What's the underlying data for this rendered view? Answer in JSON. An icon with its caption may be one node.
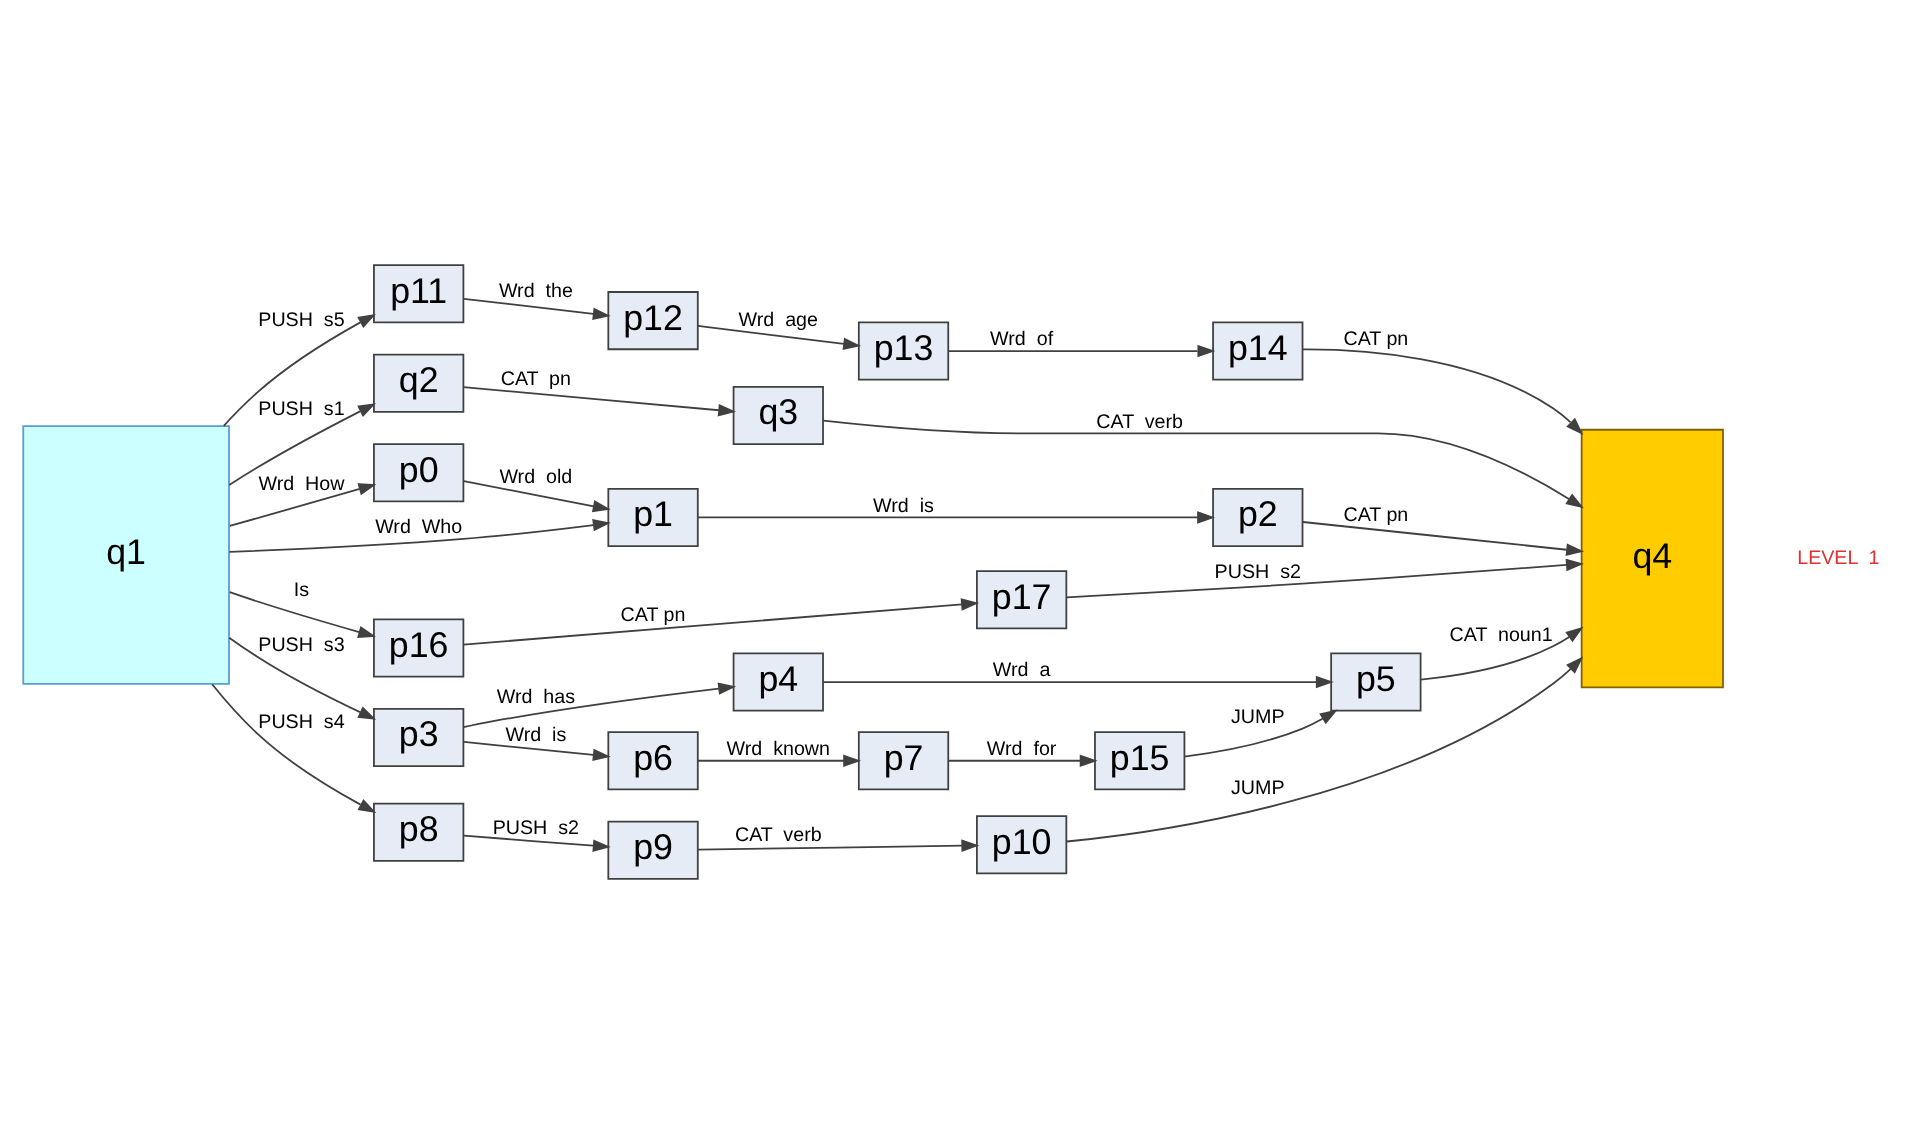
{
  "diagram": {
    "nodes": [
      {
        "text": [
          "p11"
        ]
      },
      {
        "text": [
          "p12"
        ]
      },
      {
        "text": [
          "p13"
        ]
      },
      {
        "text": [
          "p14"
        ]
      },
      {
        "text": [
          "q2"
        ]
      },
      {
        "text": [
          "q3"
        ]
      },
      {
        "text": [
          "q1"
        ]
      },
      {
        "text": [
          "p0"
        ]
      },
      {
        "text": [
          "p1"
        ]
      },
      {
        "text": [
          "p2"
        ]
      },
      {
        "text": [
          "q4"
        ]
      },
      {
        "text": [
          "p16"
        ]
      },
      {
        "text": [
          "p17"
        ]
      },
      {
        "text": [
          "p3"
        ]
      },
      {
        "text": [
          "p4"
        ]
      },
      {
        "text": [
          "p5"
        ]
      },
      {
        "text": [
          "p6"
        ]
      },
      {
        "text": [
          "p7"
        ]
      },
      {
        "text": [
          "p15"
        ]
      },
      {
        "text": [
          "p8"
        ]
      },
      {
        "text": [
          "p9"
        ]
      },
      {
        "text": [
          "p10"
        ]
      }
    ],
    "edges": [
      {
        "from": 6,
        "to": 0,
        "arrow": "to",
        "label": "PUSH  s5"
      },
      {
        "from": 0,
        "to": 1,
        "arrow": "to",
        "label": "Wrd  the"
      },
      {
        "from": 1,
        "to": 2,
        "arrow": "to",
        "label": "Wrd  age"
      },
      {
        "from": 2,
        "to": 3,
        "arrow": "to",
        "label": "Wrd  of"
      },
      {
        "from": 3,
        "to": 10,
        "arrow": "to",
        "label": "CAT pn"
      },
      {
        "from": 6,
        "to": 4,
        "arrow": "to",
        "label": "PUSH  s1"
      },
      {
        "from": 4,
        "to": 5,
        "arrow": "to",
        "label": "CAT  pn"
      },
      {
        "from": 5,
        "to": 10,
        "arrow": "to",
        "label": "CAT  verb"
      },
      {
        "from": 6,
        "to": 7,
        "arrow": "to",
        "label": "Wrd  How"
      },
      {
        "from": 7,
        "to": 8,
        "arrow": "to",
        "label": "Wrd  old"
      },
      {
        "from": 8,
        "to": 9,
        "arrow": "to",
        "label": "Wrd  is"
      },
      {
        "from": 9,
        "to": 10,
        "arrow": "to",
        "label": "CAT pn"
      },
      {
        "from": 6,
        "to": 8,
        "arrow": "to",
        "label": "Wrd  Who"
      },
      {
        "from": 6,
        "to": 11,
        "arrow": "to",
        "label": "Is"
      },
      {
        "from": 11,
        "to": 12,
        "arrow": "to",
        "label": "CAT pn"
      },
      {
        "from": 12,
        "to": 10,
        "arrow": "to",
        "label": "PUSH  s2"
      },
      {
        "from": 6,
        "to": 13,
        "arrow": "to",
        "label": "PUSH  s3"
      },
      {
        "from": 13,
        "to": 14,
        "arrow": "to",
        "label": "Wrd  has"
      },
      {
        "from": 14,
        "to": 15,
        "arrow": "to",
        "label": "Wrd  a"
      },
      {
        "from": 15,
        "to": 10,
        "arrow": "to",
        "label": "CAT  noun1"
      },
      {
        "from": 13,
        "to": 16,
        "arrow": "to",
        "label": "Wrd  is"
      },
      {
        "from": 16,
        "to": 17,
        "arrow": "to",
        "label": "Wrd  known"
      },
      {
        "from": 17,
        "to": 18,
        "arrow": "to",
        "label": "Wrd  for"
      },
      {
        "from": 18,
        "to": 15,
        "arrow": "to",
        "label": "JUMP"
      },
      {
        "from": 6,
        "to": 19,
        "arrow": "to",
        "label": "PUSH  s4"
      },
      {
        "from": 19,
        "to": 20,
        "arrow": "to",
        "label": "PUSH  s2"
      },
      {
        "from": 20,
        "to": 21,
        "arrow": "to",
        "label": "CAT  verb"
      },
      {
        "from": 21,
        "to": 10,
        "arrow": "to",
        "label": "JUMP"
      }
    ],
    "labels": [
      "LEVEL  1"
    ]
  }
}
